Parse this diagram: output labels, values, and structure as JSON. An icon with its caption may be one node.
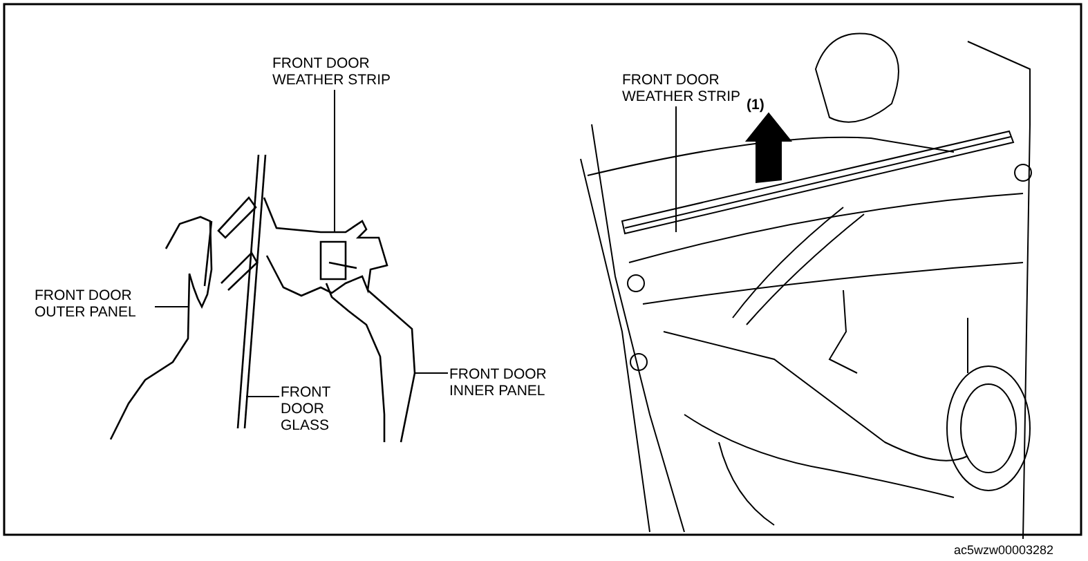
{
  "diagram": {
    "nodes": [
      {
        "text": [
          "FRONT DOOR WEATHER STRIP"
        ]
      },
      {
        "text": [
          "FRONT DOOR OUTER PANEL"
        ]
      },
      {
        "text": [
          "FRONT DOOR GLASS"
        ]
      },
      {
        "text": [
          "FRONT DOOR INNER PANEL"
        ]
      },
      {
        "text": [
          "FRONT DOOR WEATHER STRIP"
        ]
      },
      {
        "text": [],
        "shape": "picture"
      }
    ],
    "edges": [
      {
        "from": 0,
        "to": null,
        "arrow": "none"
      },
      {
        "from": 1,
        "to": null,
        "arrow": "none"
      },
      {
        "from": 2,
        "to": null,
        "arrow": "none"
      },
      {
        "from": 3,
        "to": 5,
        "arrow": "none"
      },
      {
        "from": 4,
        "to": null,
        "arrow": "none"
      }
    ],
    "labels": [
      "(1)",
      "ac5wzw00003282"
    ]
  }
}
